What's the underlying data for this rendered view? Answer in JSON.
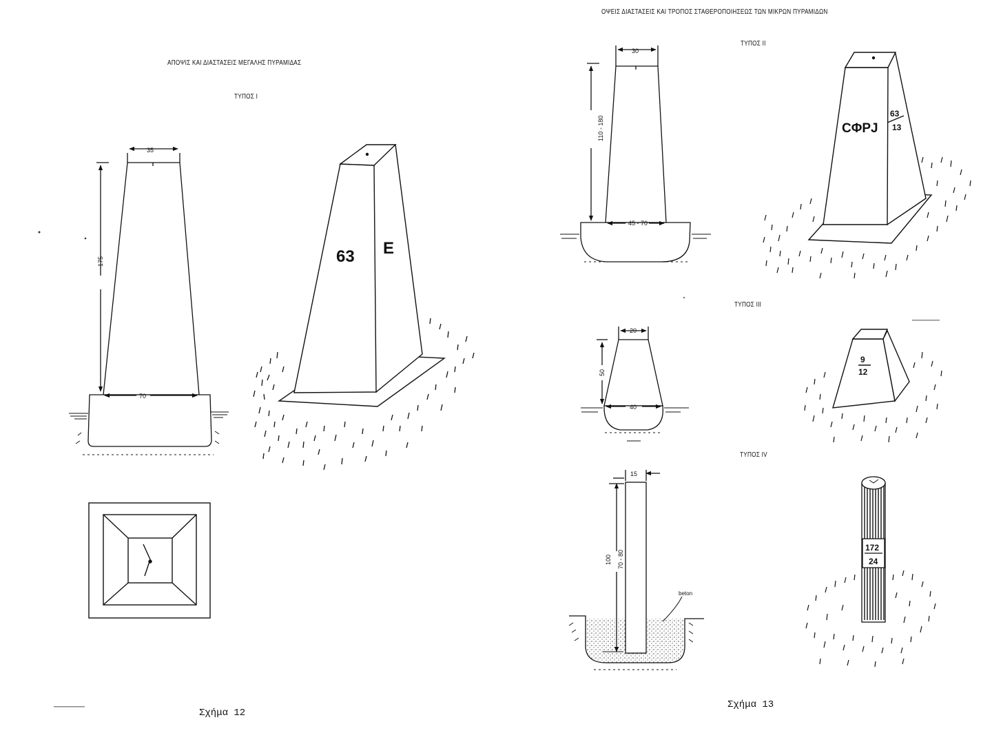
{
  "left_page": {
    "title": "ΑΠΟΨΙΣ ΚΑΙ ΔΙΑΣΤΑΣΕΙΣ ΜΕΓΑΛΗΣ ΠΥΡΑΜΙΔΑΣ",
    "type_label": "ΤΥΠΟΣ Ι",
    "dims": {
      "top": "35",
      "height": "175",
      "base": "70"
    },
    "marker_number": "63",
    "marker_letter": "E",
    "caption": "Σχήμα 12"
  },
  "right_page": {
    "title": "ΟΨΕΙΣ ΔΙΑΣΤΑΣΕΙΣ ΚΑΙ ΤΡΟΠΟΣ ΣΤΑΘΕΡΟΠΟΙΗΣΕΩΣ ΤΩΝ ΜΙΚΡΩΝ ΠΥΡΑΜΙΔΩΝ",
    "type2": {
      "label": "ΤΥΠΟΣ ΙΙ",
      "dims": {
        "top": "30",
        "height": "110 - 180",
        "base": "45 - 70"
      },
      "marker_code": "CΦPJ",
      "fraction_top": "63",
      "fraction_bottom": "13"
    },
    "type3": {
      "label": "ΤΥΠΟΣ ΙΙΙ",
      "dims": {
        "top": "20",
        "height": "50",
        "base": "40"
      },
      "fraction_top": "9",
      "fraction_bottom": "12"
    },
    "type4": {
      "label": "ΤΥΠΟΣ ΙV",
      "dims": {
        "width": "15",
        "height": "100",
        "inner": "70 - 80"
      },
      "material": "beton",
      "fraction_top": "172",
      "fraction_bottom": "24"
    },
    "caption": "Σχήμα 13"
  }
}
